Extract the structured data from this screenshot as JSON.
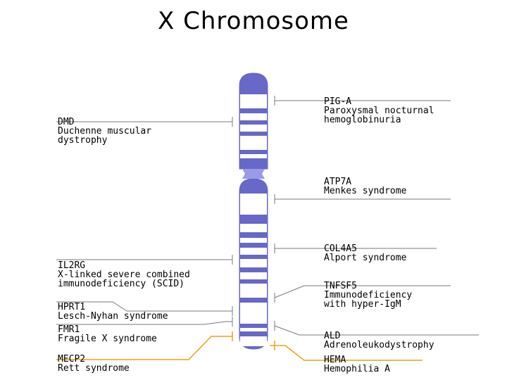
{
  "title": "X Chromosome",
  "colors": {
    "band": "#6868c8",
    "centromere": "#9a9ae6",
    "leader_gray": "#7a7a7a",
    "leader_orange": "#e8a21a"
  },
  "labels_left": [
    {
      "id": "dmd",
      "lines": [
        "DMD",
        "Duchenne muscular",
        "dystrophy"
      ]
    },
    {
      "id": "il2rg",
      "lines": [
        "IL2RG",
        "X-linked severe combined",
        "immunodeficiency (SCID)"
      ]
    },
    {
      "id": "hprt1",
      "lines": [
        "HPRT1",
        "Lesch-Nyhan syndrome"
      ]
    },
    {
      "id": "fmr1",
      "lines": [
        "FMR1",
        "Fragile X syndrome"
      ]
    },
    {
      "id": "mecp2",
      "lines": [
        "MECP2",
        "Rett syndrome"
      ]
    }
  ],
  "labels_right": [
    {
      "id": "pig-a",
      "lines": [
        "PIG-A",
        "Paroxysmal nocturnal",
        "hemoglobinuria"
      ]
    },
    {
      "id": "atp7a",
      "lines": [
        "ATP7A",
        "Menkes syndrome"
      ]
    },
    {
      "id": "col4a5",
      "lines": [
        "COL4A5",
        "Alport syndrome"
      ]
    },
    {
      "id": "tnfsf5",
      "lines": [
        "TNFSF5",
        "Immunodeficiency",
        "with hyper-IgM"
      ]
    },
    {
      "id": "ald",
      "lines": [
        "ALD",
        "Adrenoleukodystrophy"
      ]
    },
    {
      "id": "hema",
      "lines": [
        "HEMA",
        "Hemophilia A"
      ]
    }
  ]
}
